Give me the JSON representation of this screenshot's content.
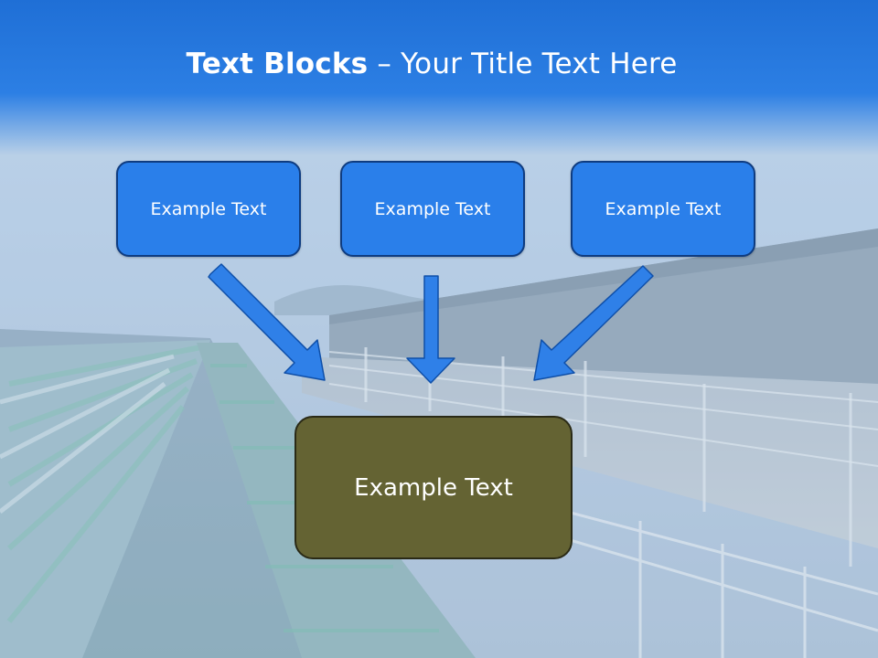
{
  "slide": {
    "title_bold": "Text Blocks",
    "title_dash": " – ",
    "title_rest": "Your Title Text Here"
  },
  "boxes": {
    "left": "Example Text",
    "middle": "Example Text",
    "right": "Example Text",
    "bottom": "Example Text"
  },
  "colors": {
    "title_band": "#1f6fd6",
    "box_fill": "#2a7fea",
    "box_border": "#0f3c80",
    "arrow": "#2f80e8",
    "bottom_box_fill": "#646333"
  }
}
